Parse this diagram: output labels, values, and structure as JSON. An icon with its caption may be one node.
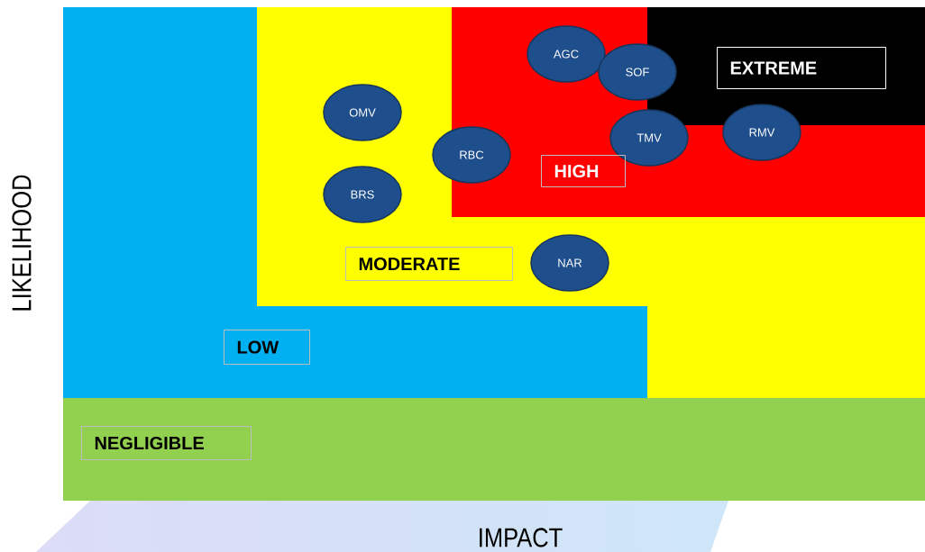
{
  "diagram": {
    "nodes": [
      {
        "text": [
          "AGC"
        ]
      },
      {
        "text": [
          "EXTREME"
        ]
      },
      {
        "text": [
          "SOF"
        ]
      },
      {
        "text": [
          "OMV"
        ]
      },
      {
        "text": [
          "RMV"
        ]
      },
      {
        "text": [
          "TMV"
        ]
      },
      {
        "text": [
          "RBC"
        ]
      },
      {
        "text": [
          "HIGH"
        ]
      },
      {
        "text": [
          "BRS"
        ]
      },
      {
        "text": [
          "MODERATE"
        ]
      },
      {
        "text": [
          "NAR"
        ]
      },
      {
        "text": [
          "LOW"
        ]
      },
      {
        "text": [
          "NEGLIGIBLE"
        ]
      }
    ],
    "labels": [
      "LIKELIHOOD",
      "IMPACT"
    ]
  }
}
